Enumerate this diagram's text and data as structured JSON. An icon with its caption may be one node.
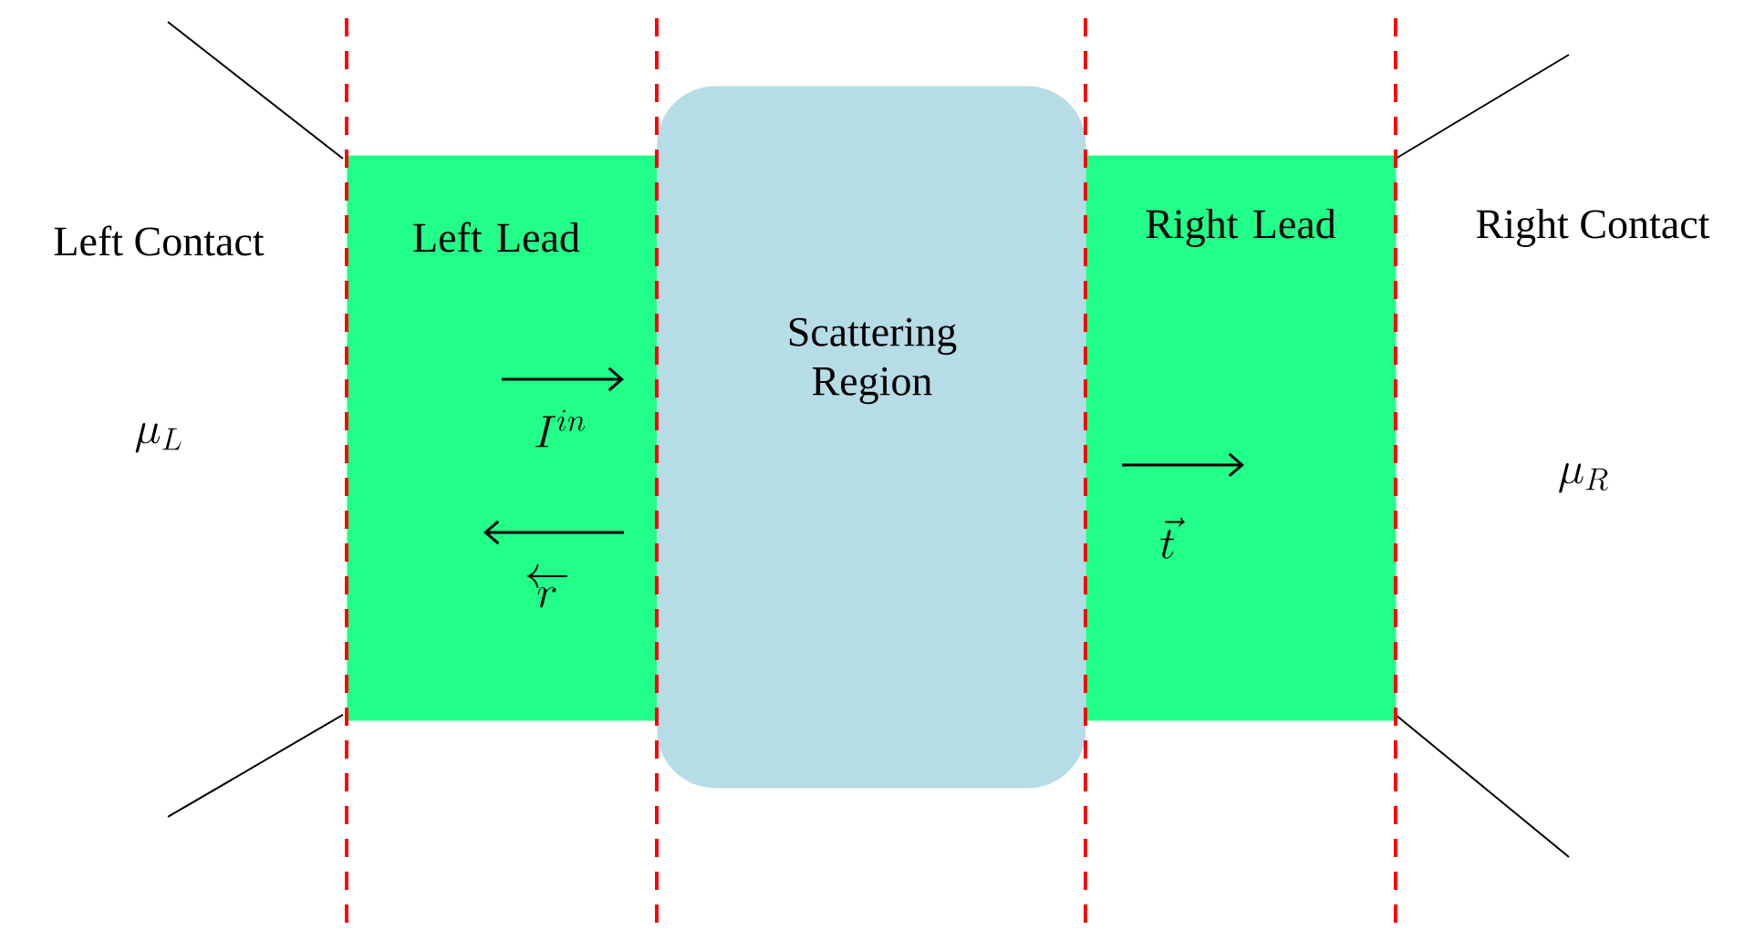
{
  "diagram": {
    "nodes": [
      {
        "text": [
          "Left Contact"
        ]
      },
      {
        "text": [
          "Left Lead"
        ]
      },
      {
        "text": [
          "Scattering Region"
        ]
      },
      {
        "text": [
          "Right Lead"
        ]
      },
      {
        "text": [
          "Right Contact"
        ]
      }
    ],
    "labels": [
      "\\mu_L",
      "I^{in}",
      "\\overleftarrow{r}",
      "\\vec{t}",
      "\\mu_R"
    ]
  }
}
